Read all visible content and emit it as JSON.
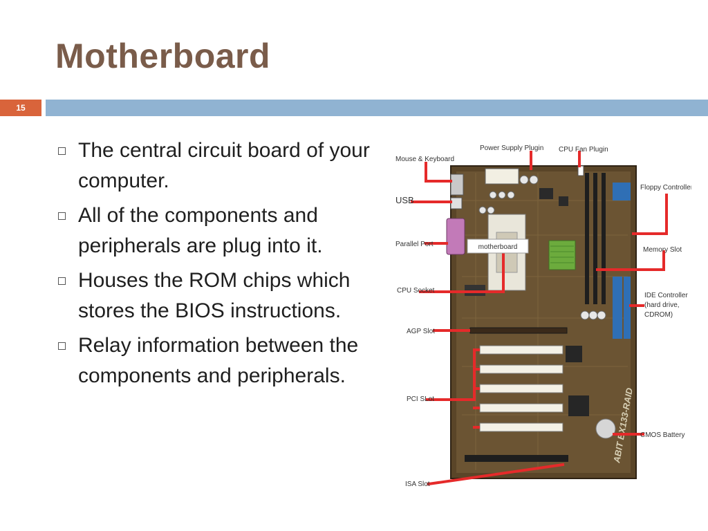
{
  "slide": {
    "title": "Motherboard",
    "page_number": "15",
    "bullets": [
      "The central circuit board of your computer.",
      "All of the components and peripherals are plug into it.",
      "Houses the ROM chips which stores the BIOS instructions.",
      "Relay information between the components and peripherals."
    ]
  },
  "figure": {
    "center_label": "motherboard",
    "labels": {
      "power_supply": "Power Supply Plugin",
      "cpu_fan": "CPU Fan Plugin",
      "mouse_keyboard": "Mouse & Keyboard",
      "usb": "USB",
      "floppy": "Floppy Controller",
      "parallel": "Parallel Port",
      "memory": "Memory Slot",
      "cpu_socket": "CPU Socket",
      "ide_line1": "IDE Controller",
      "ide_line2": "(hard drive,",
      "ide_line3": "CDROM)",
      "agp": "AGP Slot",
      "pci": "PCI SLot",
      "cmos": "CMOS Battery",
      "isa": "ISA Slot",
      "board_print": "ABIT BX133-RAID"
    }
  },
  "colors": {
    "title": "#7a5c4a",
    "accent": "#d9643b",
    "bar": "#90b3d2",
    "pointer": "#e52a2a"
  }
}
